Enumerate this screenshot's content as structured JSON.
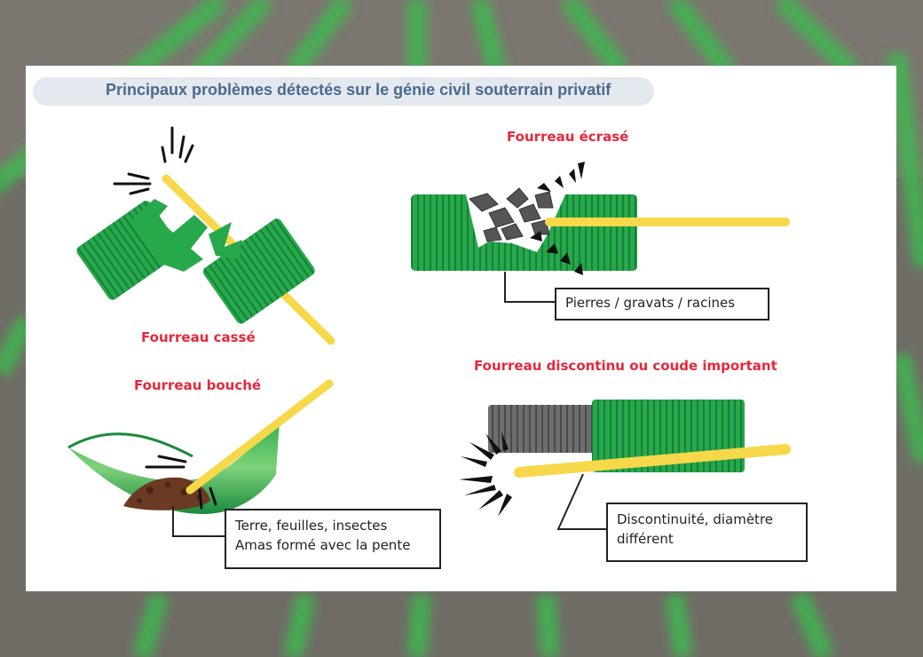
{
  "title": "Principaux problèmes détectés sur le génie civil souterrain privatif",
  "sections": {
    "casse": {
      "label": "Fourreau cassé"
    },
    "ecrase": {
      "label": "Fourreau écrasé",
      "callout": [
        "Pierres / gravats / racines"
      ]
    },
    "bouche": {
      "label": "Fourreau bouché",
      "callout": [
        "Terre, feuilles, insectes",
        "Amas formé avec la pente"
      ]
    },
    "discontinu": {
      "label": "Fourreau discontinu ou coude important",
      "callout": [
        "Discontinuité, diamètre",
        "différent"
      ]
    }
  },
  "colors": {
    "pipe_green": "#27a84a",
    "pipe_dark": "#15803a",
    "rod_yellow": "#f6d84a",
    "label_red": "#e6283a",
    "title_blue": "#4b6a8e",
    "pipe_grey": "#6e6e6e"
  }
}
